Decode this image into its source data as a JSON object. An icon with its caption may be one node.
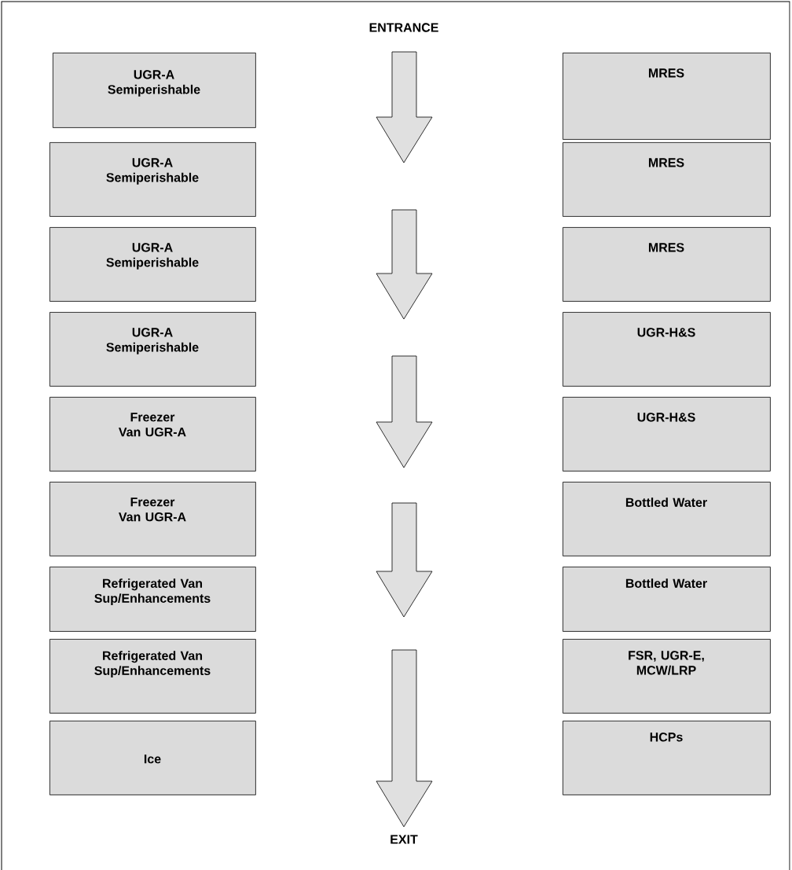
{
  "diagram": {
    "nodes": [
      {
        "text": [
          "UGR-A Semiperishable"
        ]
      },
      {
        "text": [
          "MRES"
        ]
      },
      {
        "text": [
          "UGR-A Semiperishable"
        ]
      },
      {
        "text": [
          "MRES"
        ]
      },
      {
        "text": [
          "UGR-A Semiperishable"
        ]
      },
      {
        "text": [
          "MRES"
        ]
      },
      {
        "text": [
          "UGR-A Semiperishable"
        ]
      },
      {
        "text": [
          "UGR-H&S"
        ]
      },
      {
        "text": [
          "Freezer Van UGR-A"
        ]
      },
      {
        "text": [
          "UGR-H&S"
        ]
      },
      {
        "text": [
          "Freezer Van UGR-A"
        ]
      },
      {
        "text": [
          "Bottled Water"
        ]
      },
      {
        "text": [
          "Refrigerated Van Sup/Enhancements"
        ]
      },
      {
        "text": [
          "Bottled Water"
        ]
      },
      {
        "text": [
          "Refrigerated Van Sup/Enhancements"
        ]
      },
      {
        "text": [
          "FSR, UGR-E, MCW/LRP"
        ]
      },
      {
        "text": [
          "Ice"
        ]
      },
      {
        "text": [
          "HCPs"
        ]
      }
    ],
    "edges": [],
    "labels": [
      "ENTRANCE",
      "EXIT"
    ]
  }
}
